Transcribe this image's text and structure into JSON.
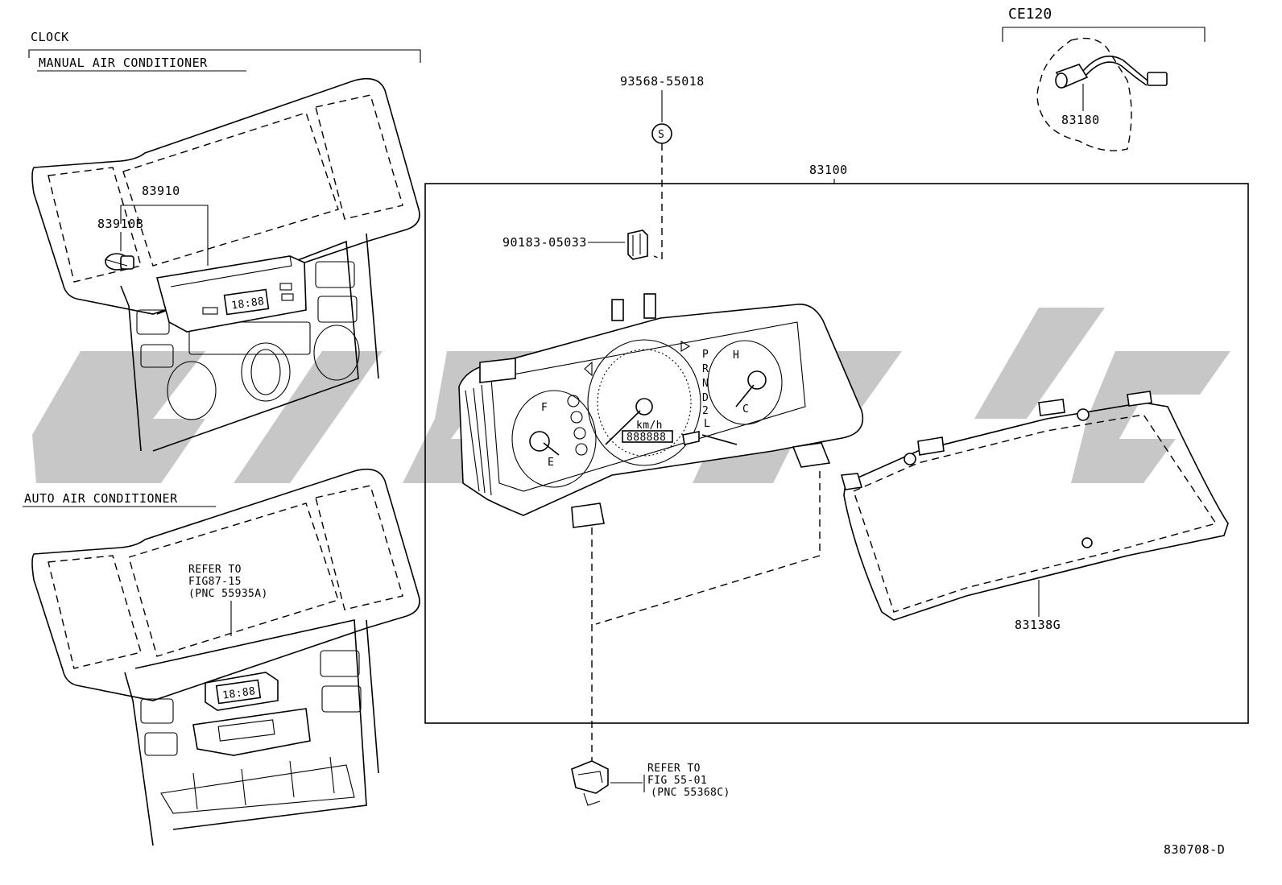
{
  "sections": {
    "clock": "CLOCK",
    "manual_ac": "MANUAL AIR CONDITIONER",
    "auto_ac": "AUTO AIR CONDITIONER",
    "ce120": "CE120"
  },
  "part_numbers": {
    "p83910": "83910",
    "p83910b": "83910B",
    "p93568": "93568-55018",
    "p90183": "90183-05033",
    "p83100": "83100",
    "p83180": "83180",
    "p83138g": "83138G",
    "s_mark": "S"
  },
  "refs": {
    "ref1_line1": "REFER TO",
    "ref1_line2": "FIG87-15",
    "ref1_line3": "(PNC 55935A)",
    "ref2_line1": "REFER TO",
    "ref2_line2": "FIG 55-01",
    "ref2_line3": "(PNC 55368C)"
  },
  "clock_display": "18:88",
  "gauge_labels": {
    "fuel_full": "F",
    "fuel_empty": "E",
    "temp_hot": "H",
    "temp_cold": "C",
    "speed_unit": "km/h",
    "gear_p": "P",
    "gear_r": "R",
    "gear_n": "N",
    "gear_d": "D",
    "gear_2": "2",
    "gear_l": "L"
  },
  "odometer": "888888",
  "diagram_code": "830708-D"
}
